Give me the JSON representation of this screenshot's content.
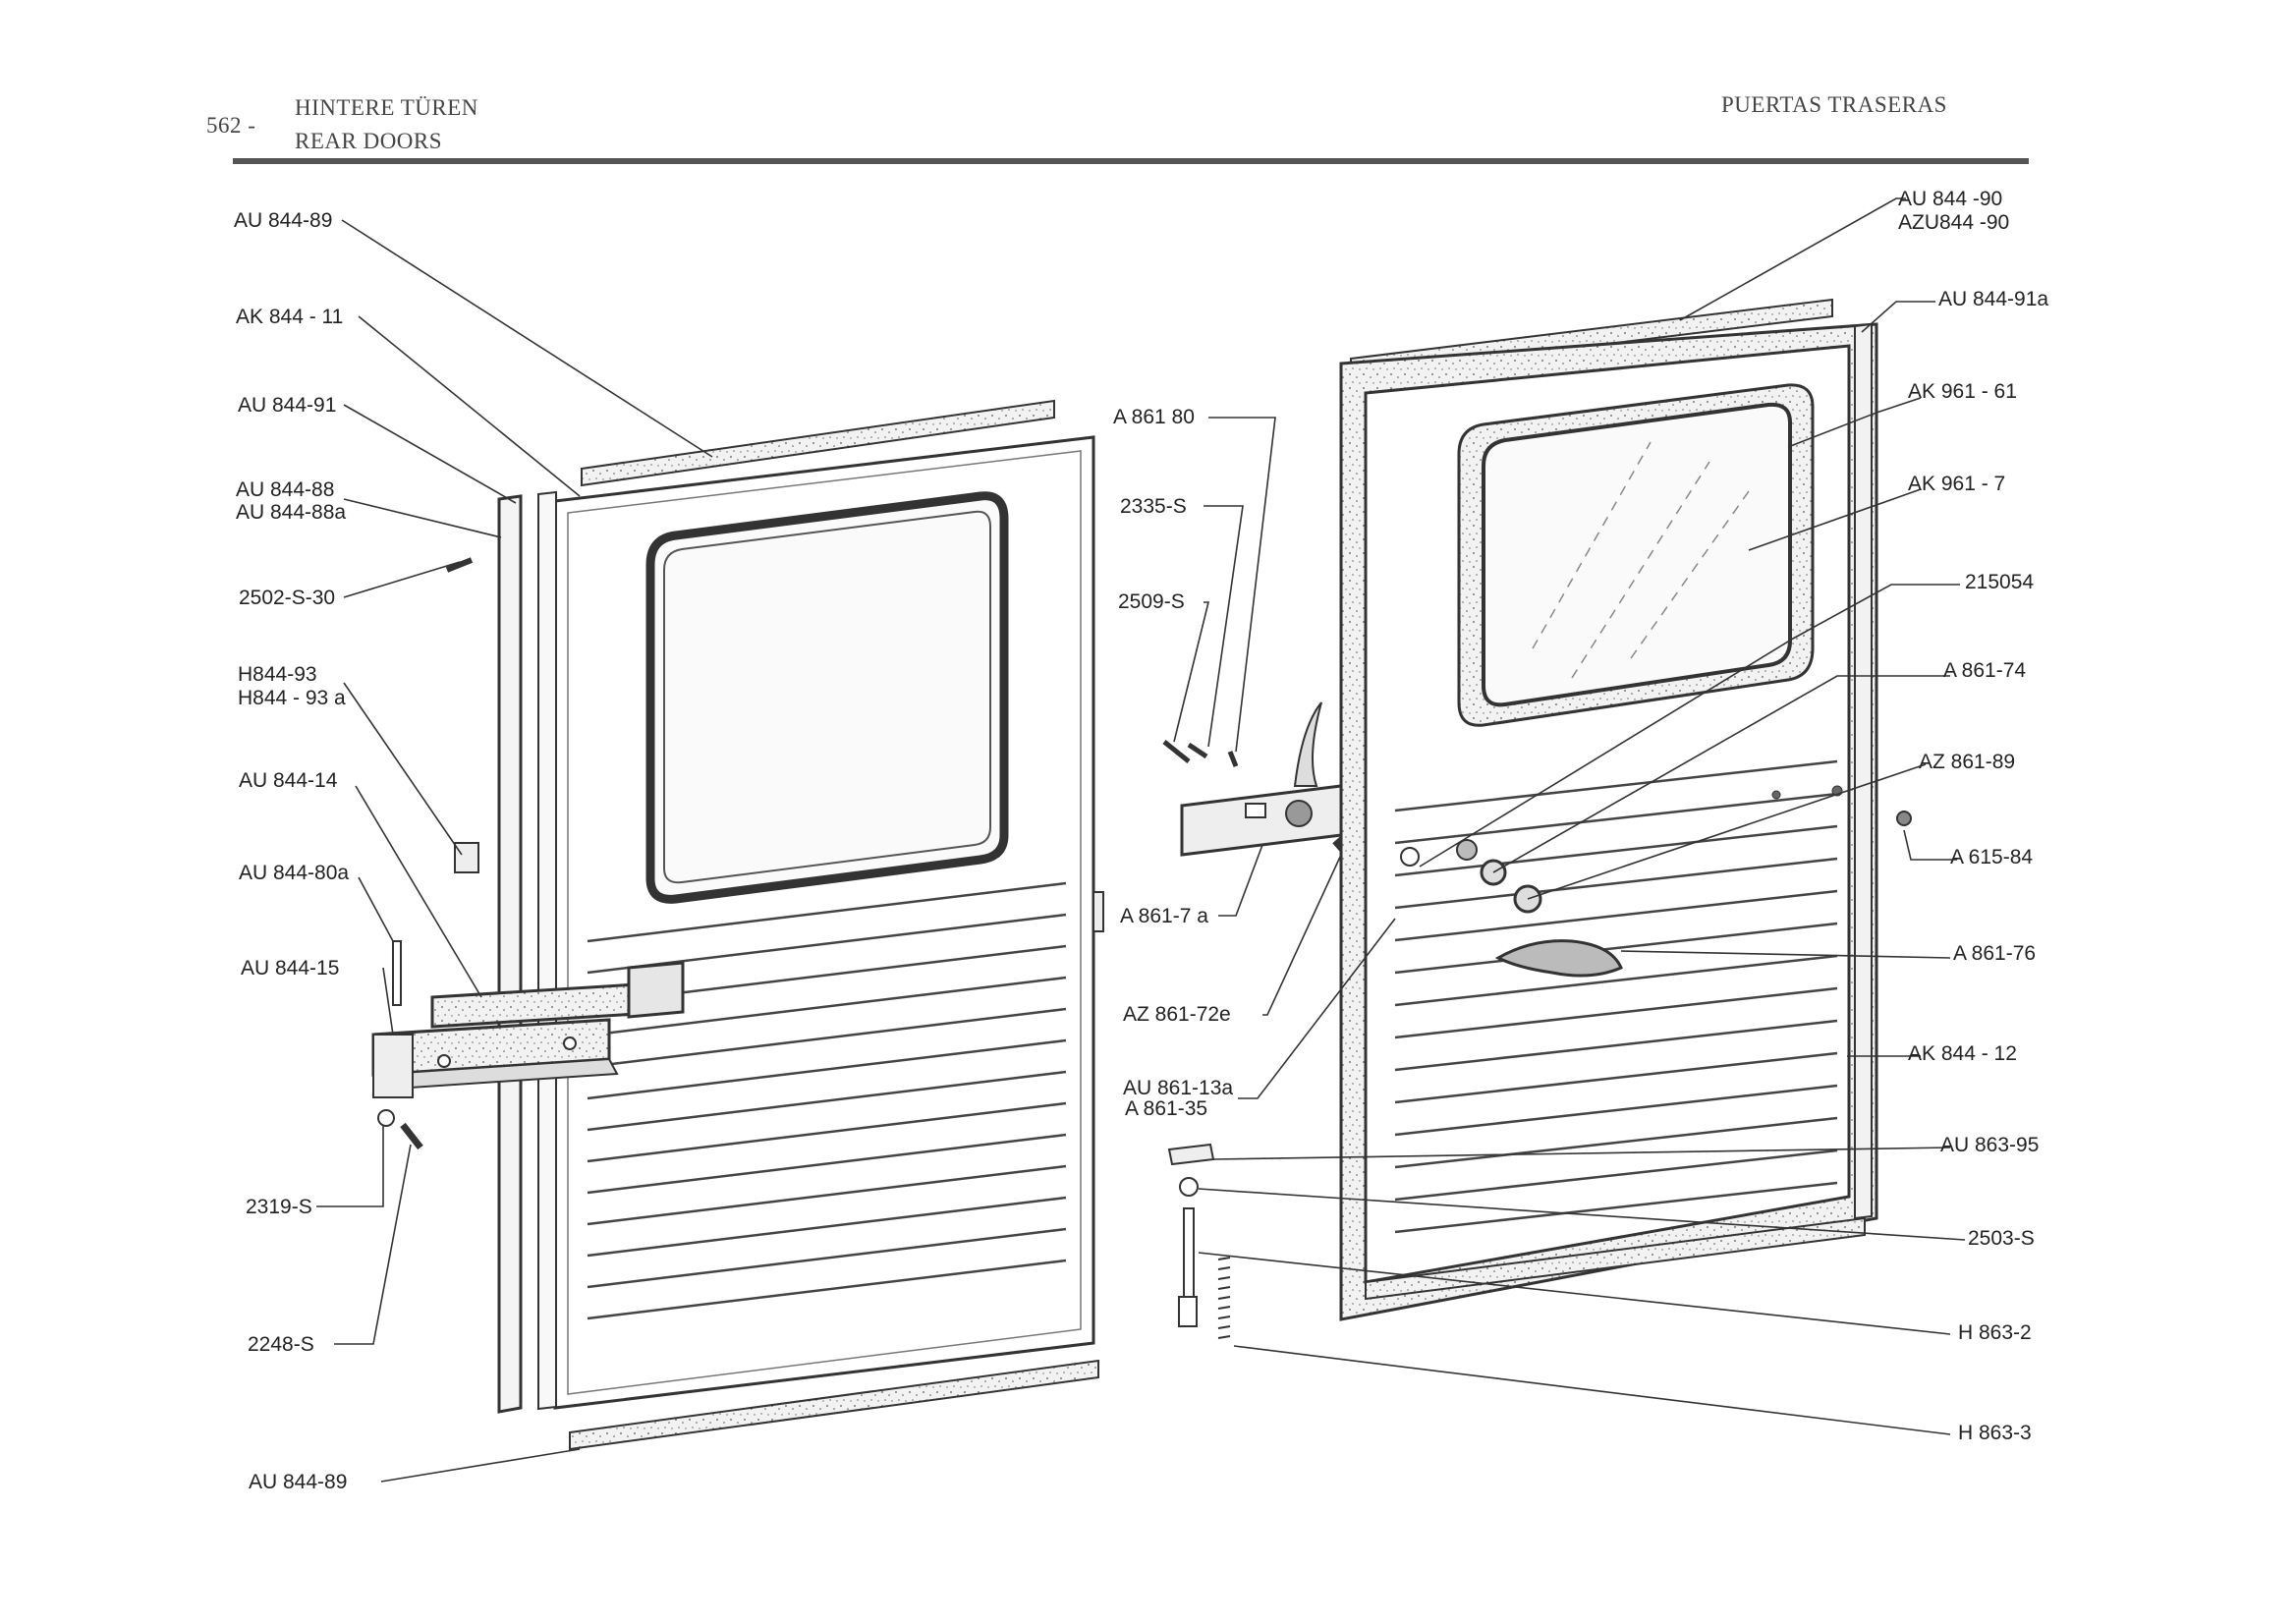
{
  "header": {
    "page_number": "562 -",
    "title_de": "HINTERE TÜREN",
    "title_en": "REAR DOORS",
    "title_es": "PUERTAS TRASERAS"
  },
  "labels": {
    "au_844_89_top": "AU 844-89",
    "ak_844_11": "AK 844 - 11",
    "au_844_91": "AU 844-91",
    "au_844_88": "AU 844-88",
    "au_844_88a": "AU 844-88a",
    "s2502_30": "2502-S-30",
    "h844_93": "H844-93",
    "h844_93a": "H844 - 93 a",
    "au_844_14": "AU 844-14",
    "au_844_80a": "AU 844-80a",
    "au_844_15": "AU 844-15",
    "s2319": "2319-S",
    "s2248": "2248-S",
    "au_844_89_bottom": "AU 844-89",
    "a861_80": "A 861 80",
    "s2335": "2335-S",
    "s2509": "2509-S",
    "a861_7a": "A 861-7 a",
    "az861_72e": "AZ 861-72e",
    "au861_13a": "AU 861-13a",
    "a861_35": "A  861-35",
    "au_844_90": "AU  844 -90",
    "azu844_90": "AZU844 -90",
    "au_844_91a": "AU 844-91a",
    "ak961_61": "AK 961 - 61",
    "ak961_7": "AK 961  -  7",
    "p215054": "215054",
    "a861_74": "A  861-74",
    "az861_89": "AZ  861-89",
    "a615_84": "A 615-84",
    "a861_76": "A 861-76",
    "ak844_12": "AK 844 - 12",
    "au863_95": "AU 863-95",
    "s2503": "2503-S",
    "h863_2": "H 863-2",
    "h863_3": "H 863-3"
  }
}
